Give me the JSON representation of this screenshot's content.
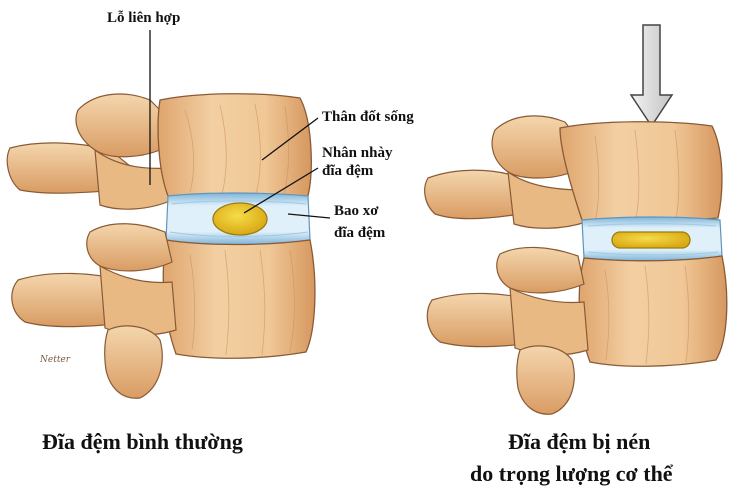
{
  "labels": {
    "foramen": "Lỗ liên hợp",
    "vertebral_body": "Thân đốt sống",
    "nucleus_line1": "Nhân nhày",
    "nucleus_line2": "đĩa đệm",
    "annulus_line1": "Bao xơ",
    "annulus_line2": "đĩa đệm"
  },
  "captions": {
    "normal": "Đĩa đệm bình thường",
    "compressed_line1": "Đĩa đệm bị nén",
    "compressed_line2": "do trọng lượng cơ thể"
  },
  "artist_signature": "Netter",
  "colors": {
    "bone": "#ecc394",
    "bone_shadow": "#c98d59",
    "bone_outline": "#8a5a35",
    "disc": "#d5eaf5",
    "disc_stripe": "#8fc0de",
    "nucleus": "#e5c21e",
    "nucleus_outline": "#9a7d12",
    "arrow": "#d8d8d8"
  }
}
